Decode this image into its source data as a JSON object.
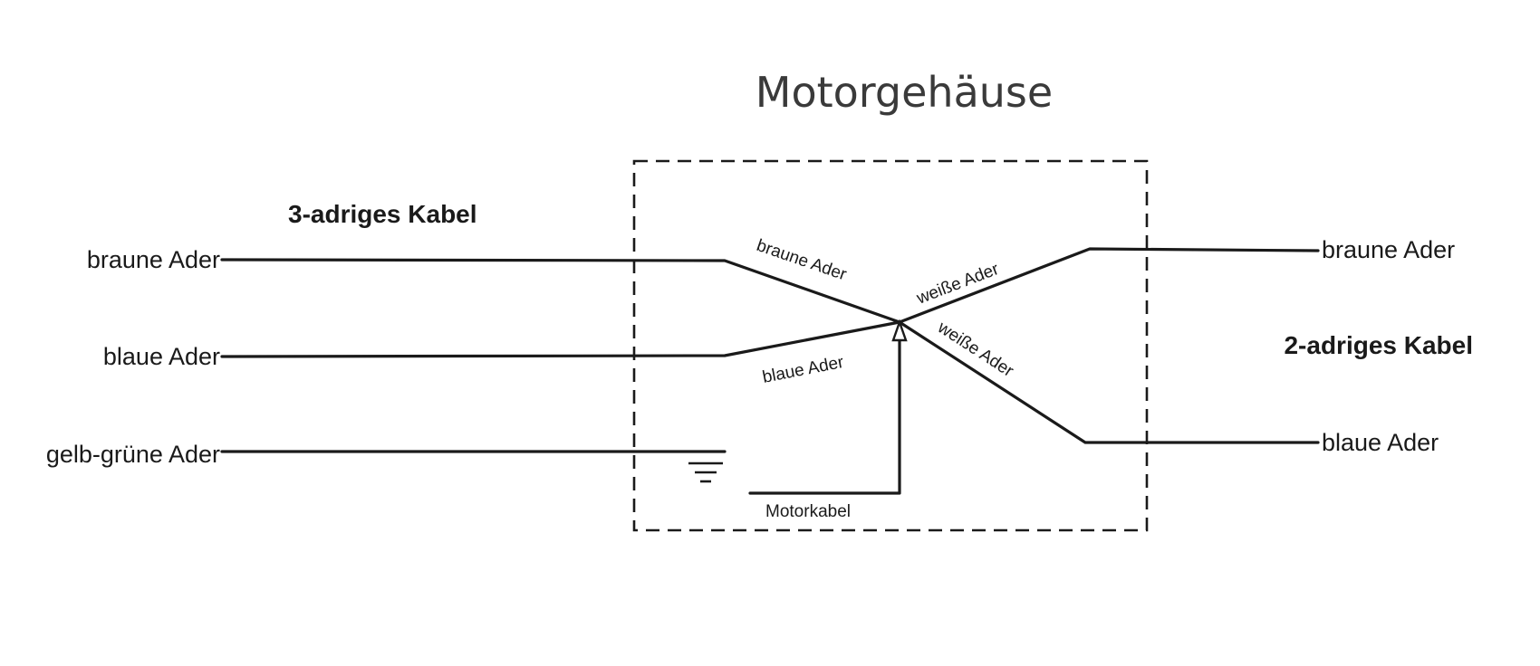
{
  "title": "Motorgehäuse",
  "left_cable": {
    "title": "3-adriges Kabel",
    "wires": [
      "braune Ader",
      "blaue Ader",
      "gelb-grüne Ader"
    ]
  },
  "right_cable": {
    "title": "2-adriges Kabel",
    "wires": [
      "braune Ader",
      "blaue Ader"
    ]
  },
  "inner_labels": {
    "brown_in": "braune Ader",
    "blue_in": "blaue Ader",
    "white_top": "weiße Ader",
    "white_bottom": "weiße Ader",
    "motor_cable": "Motorkabel"
  }
}
